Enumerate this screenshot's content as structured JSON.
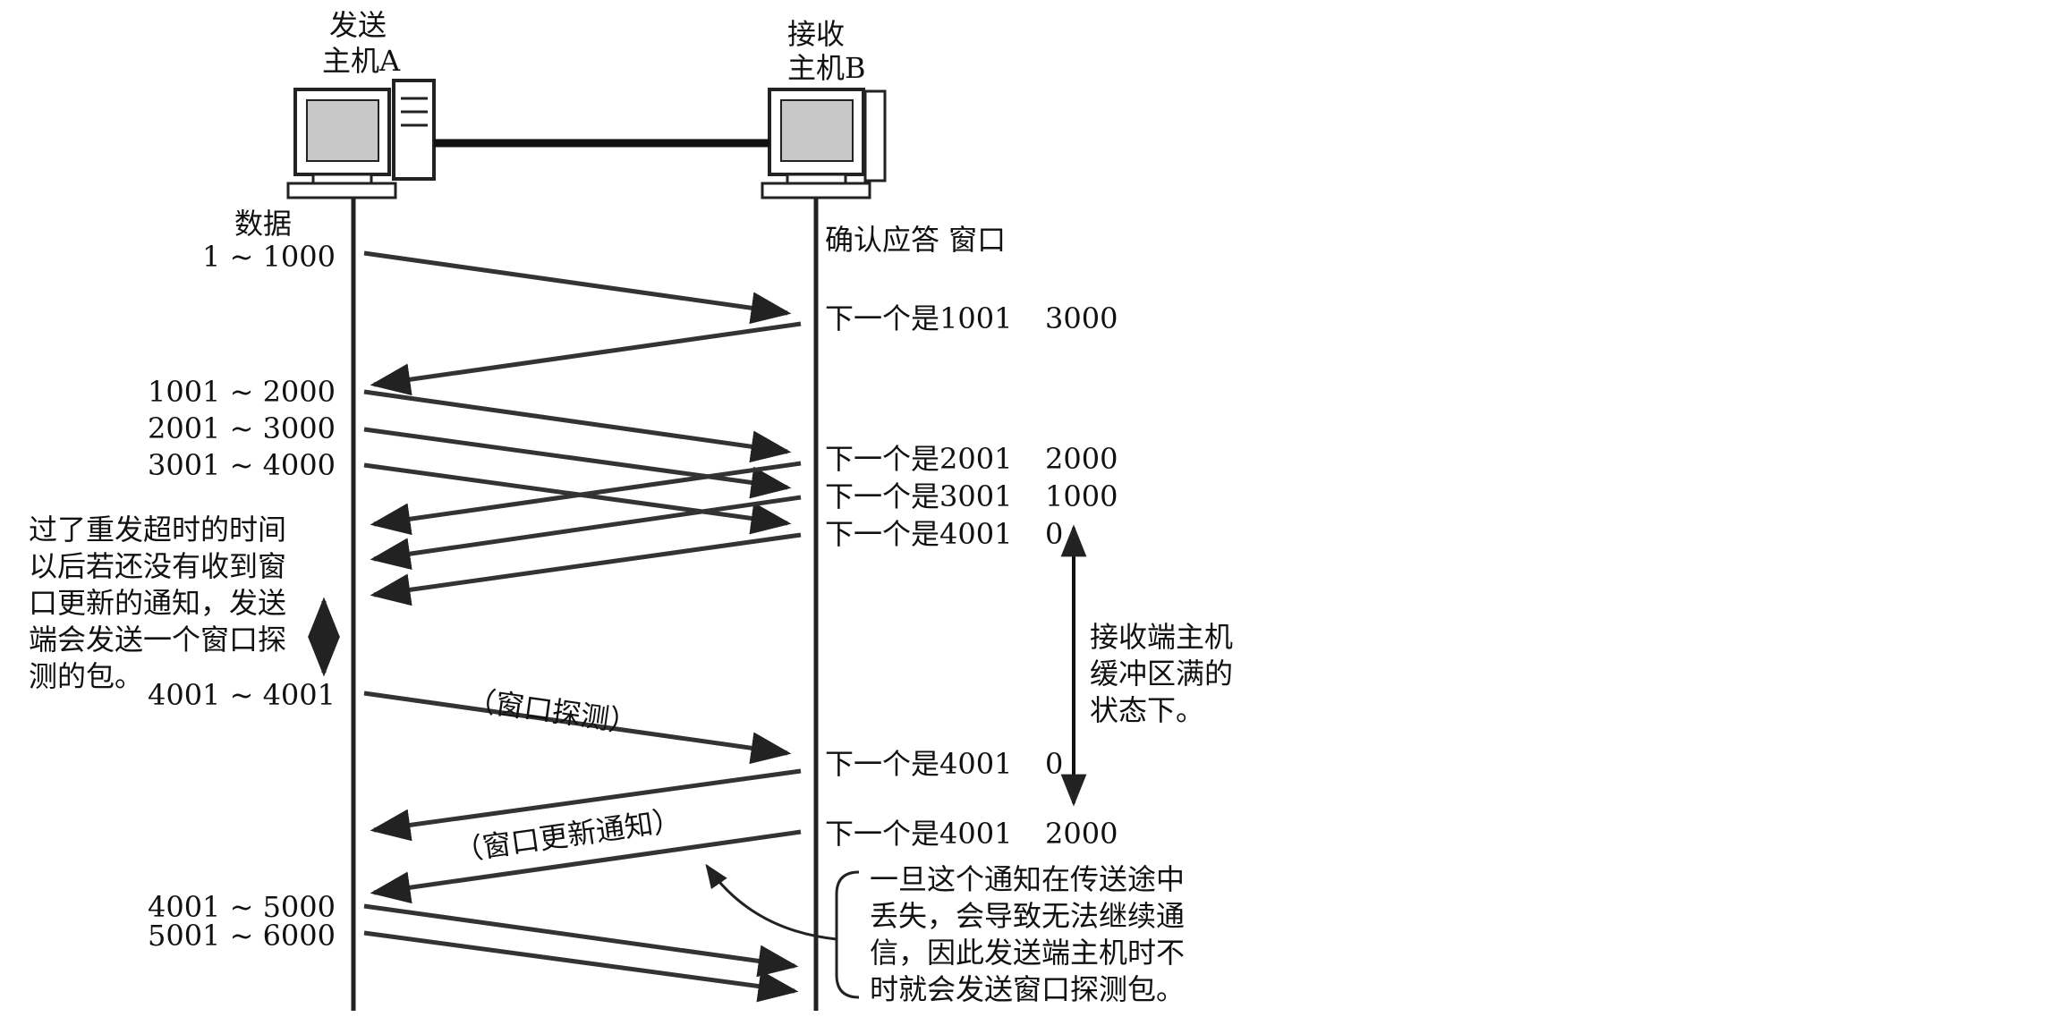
{
  "hosts": {
    "sender": {
      "line1": "发送",
      "line2": "主机A"
    },
    "receiver": {
      "line1": "接收",
      "line2": "主机B"
    }
  },
  "columns": {
    "data_header": "数据",
    "ack_header": "确认应答 窗口"
  },
  "sent_segments": [
    "1 ~ 1000",
    "1001 ~ 2000",
    "2001 ~ 3000",
    "3001 ~ 4000",
    "4001 ~ 4001",
    "4001 ~ 5000",
    "5001 ~ 6000"
  ],
  "acks": [
    {
      "ack": "下一个是1001",
      "window": "3000"
    },
    {
      "ack": "下一个是2001",
      "window": "2000"
    },
    {
      "ack": "下一个是3001",
      "window": "1000"
    },
    {
      "ack": "下一个是4001",
      "window": "0"
    },
    {
      "ack": "下一个是4001",
      "window": "0"
    },
    {
      "ack": "下一个是4001",
      "window": "2000"
    }
  ],
  "labels": {
    "window_probe": "（窗口探测）",
    "window_update": "（窗口更新通知）"
  },
  "notes": {
    "timeout_note": [
      "过了重发超时的时间",
      "以后若还没有收到窗",
      "口更新的通知，发送",
      "端会发送一个窗口探",
      "测的包。"
    ],
    "buffer_full": [
      "接收端主机",
      "缓冲区满的",
      "状态下。"
    ],
    "loss_note": [
      "一旦这个通知在传送途中",
      "丢失，会导致无法继续通",
      "信，因此发送端主机时不",
      "时就会发送窗口探测包。"
    ]
  }
}
